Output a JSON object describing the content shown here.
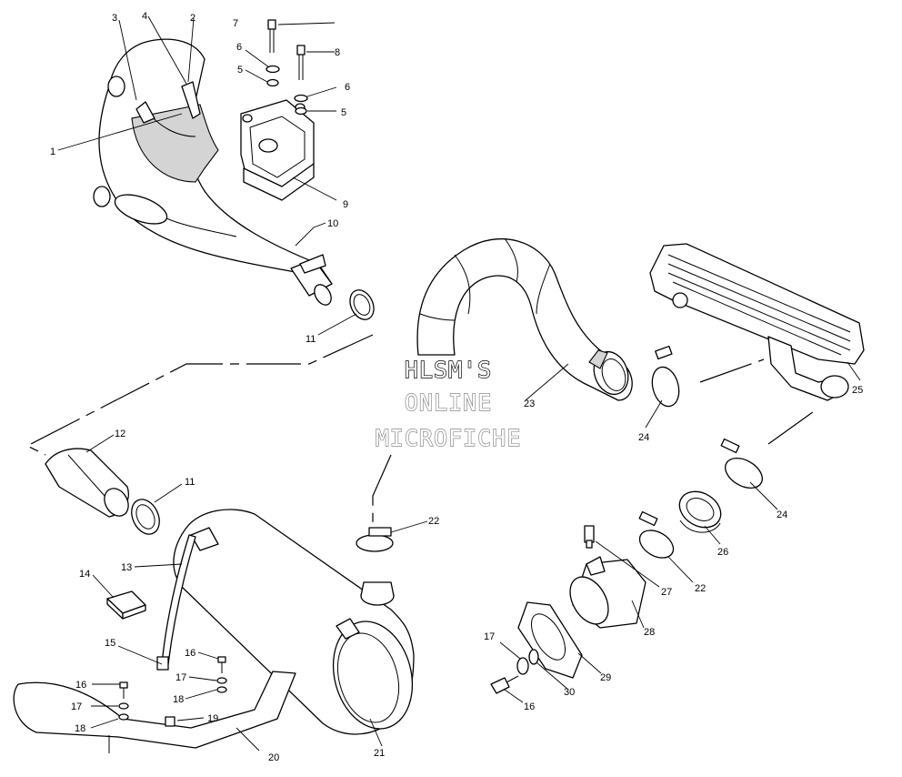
{
  "watermark": {
    "line1": "HLSM'S",
    "line2": "ONLINE",
    "line3": "MICROFICHE"
  },
  "callouts": {
    "c1": "1",
    "c2": "2",
    "c3": "3",
    "c4": "4",
    "c5a": "5",
    "c5b": "5",
    "c6a": "6",
    "c6b": "6",
    "c7": "7",
    "c8": "8",
    "c9": "9",
    "c10": "10",
    "c11a": "11",
    "c11b": "11",
    "c12": "12",
    "c13": "13",
    "c14": "14",
    "c15": "15",
    "c16a": "16",
    "c16b": "16",
    "c16c": "16",
    "c17a": "17",
    "c17b": "17",
    "c17c": "17",
    "c18a": "18",
    "c18b": "18",
    "c19": "19",
    "c20": "20",
    "c21": "21",
    "c22a": "22",
    "c22b": "22",
    "c23": "23",
    "c24a": "24",
    "c24b": "24",
    "c25": "25",
    "c26": "26",
    "c27": "27",
    "c28": "28",
    "c29": "29",
    "c30": "30"
  }
}
